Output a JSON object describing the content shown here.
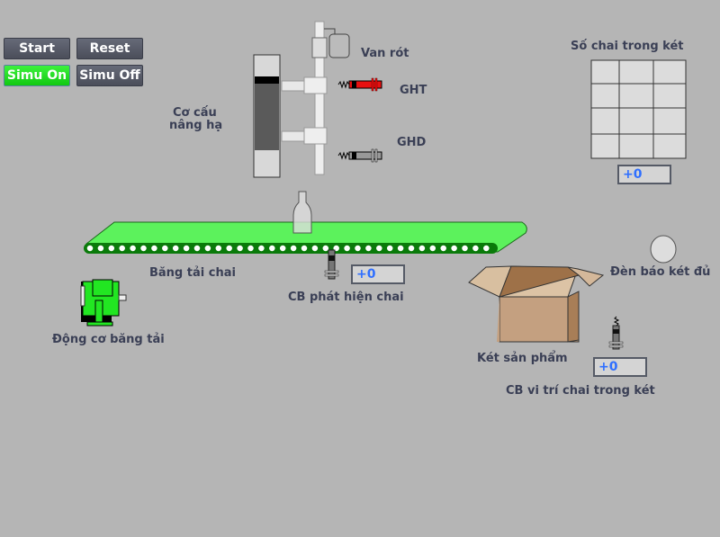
{
  "buttons": {
    "start": "Start",
    "reset": "Reset",
    "simu_on": "Simu On",
    "simu_off": "Simu Off"
  },
  "labels": {
    "van_rot": "Van rót",
    "ght": "GHT",
    "ghd": "GHD",
    "co_cau_line1": "Cơ cấu",
    "co_cau_line2": "nâng hạ",
    "bang_tai": "Băng tải chai",
    "cb_phat_hien": "CB phát hiện chai",
    "dong_co": "Động cơ băng tải",
    "ket_san_pham": "Két sản phẩm",
    "den_bao": "Đèn báo két đủ",
    "so_chai": "Số chai trong két",
    "cb_vi_tri": "CB vi trí chai trong két"
  },
  "values": {
    "cb_phat_hien": "+0",
    "so_chai": "+0",
    "cb_vi_tri": "+0"
  },
  "colors": {
    "conveyor": "#5cf25c",
    "motor": "#22e622",
    "sensor_active": "#e81010",
    "simu_on": "#22dd22",
    "value_text": "#2f6fff"
  }
}
